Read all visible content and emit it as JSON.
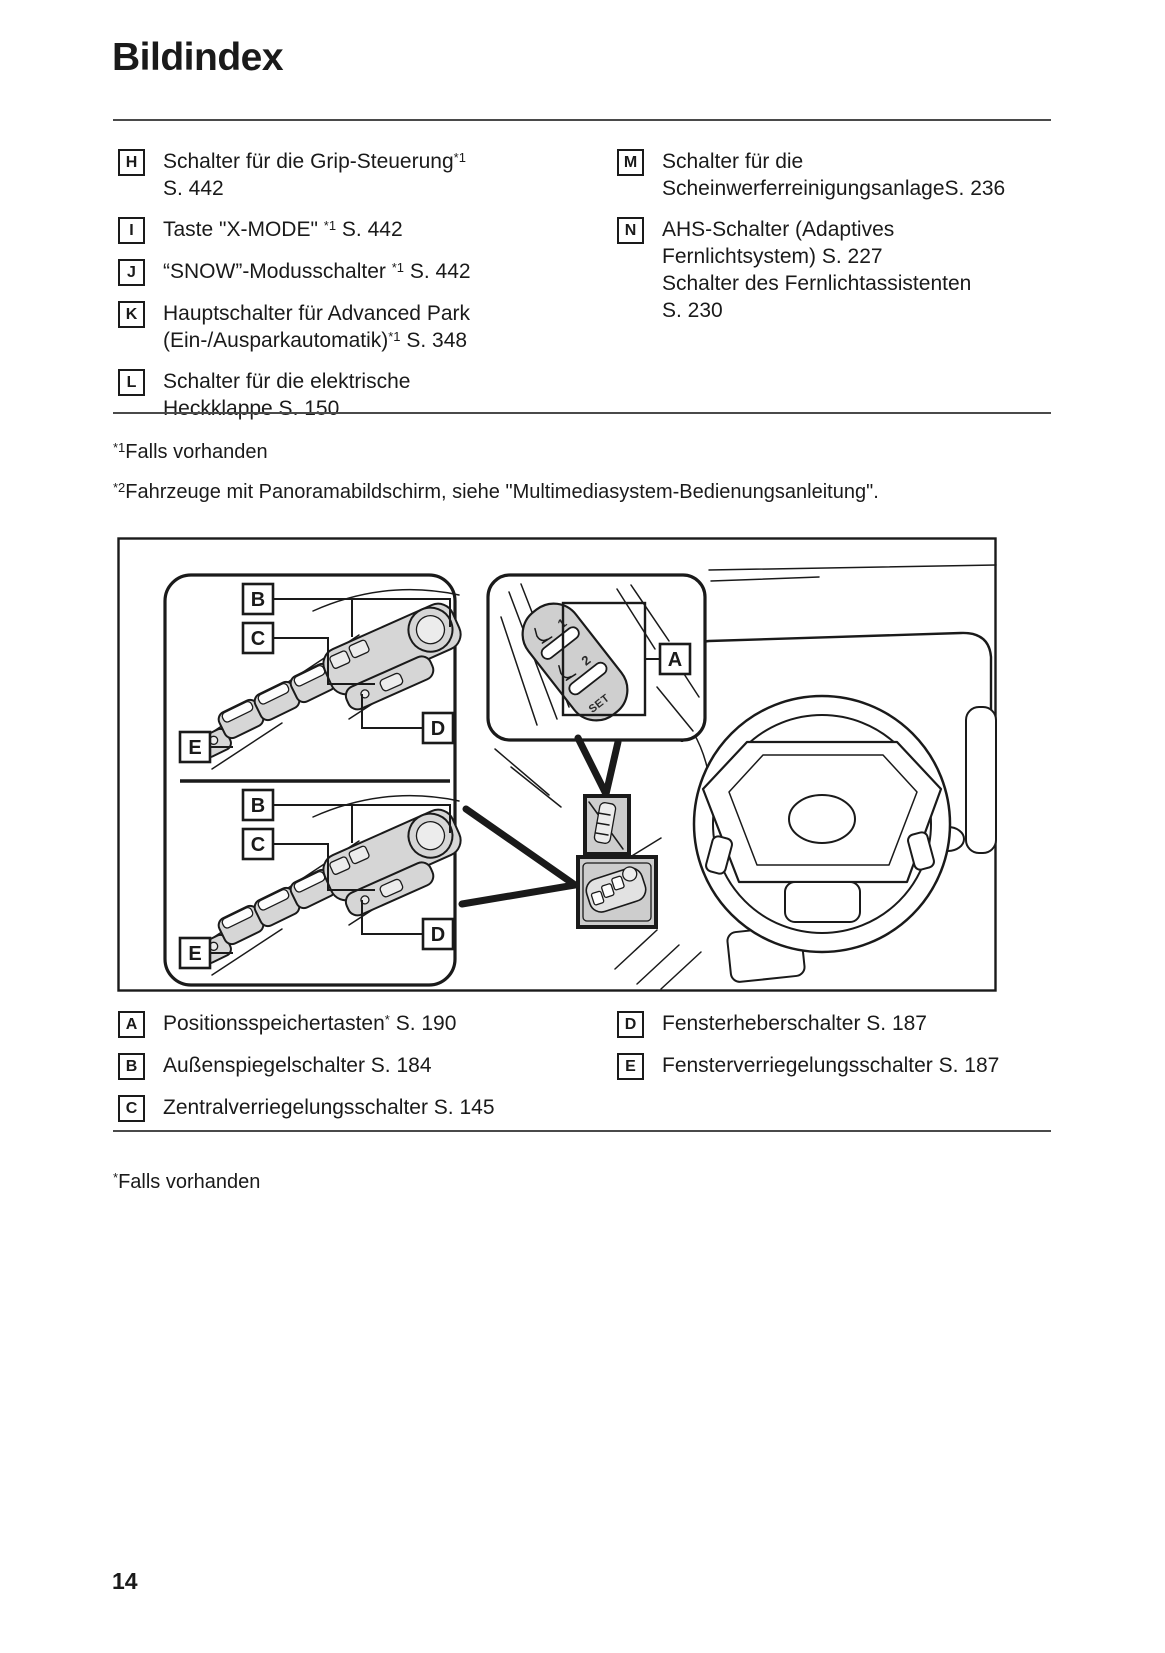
{
  "page": {
    "title": "Bildindex",
    "page_number": "14"
  },
  "colors": {
    "text": "#1a1a1a",
    "line": "#1a1a1a",
    "rule": "#4a4a4a",
    "switch_fill": "#d6d6d6",
    "highlight_fill": "#cdcdcd"
  },
  "top_legend": {
    "left": [
      {
        "key": "H",
        "lines": [
          [
            {
              "t": "Schalter für die Grip-Steuerung"
            },
            {
              "sup": "*1"
            }
          ],
          [
            {
              "t": "S. 442"
            }
          ]
        ]
      },
      {
        "key": "I",
        "lines": [
          [
            {
              "t": "Taste \"X-MODE\" "
            },
            {
              "sup": "*1"
            },
            {
              "t": " S. 442"
            }
          ]
        ]
      },
      {
        "key": "J",
        "lines": [
          [
            {
              "t": "“SNOW”-Modusschalter "
            },
            {
              "sup": "*1"
            },
            {
              "t": " S. 442"
            }
          ]
        ]
      },
      {
        "key": "K",
        "lines": [
          [
            {
              "t": "Hauptschalter für Advanced Park"
            }
          ],
          [
            {
              "t": "(Ein-/Ausparkautomatik)"
            },
            {
              "sup": "*1"
            },
            {
              "t": " S. 348"
            }
          ]
        ]
      },
      {
        "key": "L",
        "lines": [
          [
            {
              "t": "Schalter für die elektrische"
            }
          ],
          [
            {
              "t": "Heckklappe S. 150"
            }
          ]
        ]
      }
    ],
    "right": [
      {
        "key": "M",
        "lines": [
          [
            {
              "t": "Schalter für die"
            }
          ],
          [
            {
              "t": "ScheinwerferreinigungsanlageS. 236"
            }
          ]
        ]
      },
      {
        "key": "N",
        "lines": [
          [
            {
              "t": "AHS-Schalter (Adaptives"
            }
          ],
          [
            {
              "t": "Fernlichtsystem) S. 227"
            }
          ],
          [
            {
              "t": "Schalter des Fernlichtassistenten"
            }
          ],
          [
            {
              "t": "S. 230"
            }
          ]
        ]
      }
    ]
  },
  "footnotes": {
    "note1": {
      "marker": "*1",
      "text": "Falls vorhanden"
    },
    "note2": {
      "marker": "*2",
      "text": "Fahrzeuge mit Panoramabildschirm, siehe \"Multimediasystem-Bedienungsanleitung\"."
    }
  },
  "diagram": {
    "callouts": {
      "a": "A",
      "b": "B",
      "c": "C",
      "d": "D",
      "e": "E"
    },
    "seat_memory": {
      "button_1": "1",
      "button_2": "2",
      "set": "SET"
    }
  },
  "bottom_legend": {
    "left": [
      {
        "key": "A",
        "lines": [
          [
            {
              "t": "Positionsspeichertasten"
            },
            {
              "sup": "*"
            },
            {
              "t": " S. 190"
            }
          ]
        ]
      },
      {
        "key": "B",
        "lines": [
          [
            {
              "t": "Außenspiegelschalter S. 184"
            }
          ]
        ]
      },
      {
        "key": "C",
        "lines": [
          [
            {
              "t": "Zentralverriegelungsschalter S. 145"
            }
          ]
        ]
      }
    ],
    "right": [
      {
        "key": "D",
        "lines": [
          [
            {
              "t": "Fensterheberschalter S. 187"
            }
          ]
        ]
      },
      {
        "key": "E",
        "lines": [
          [
            {
              "t": "Fensterverriegelungsschalter S. 187"
            }
          ]
        ]
      }
    ]
  },
  "bottom_footnote": {
    "marker": "*",
    "text": "Falls vorhanden"
  }
}
